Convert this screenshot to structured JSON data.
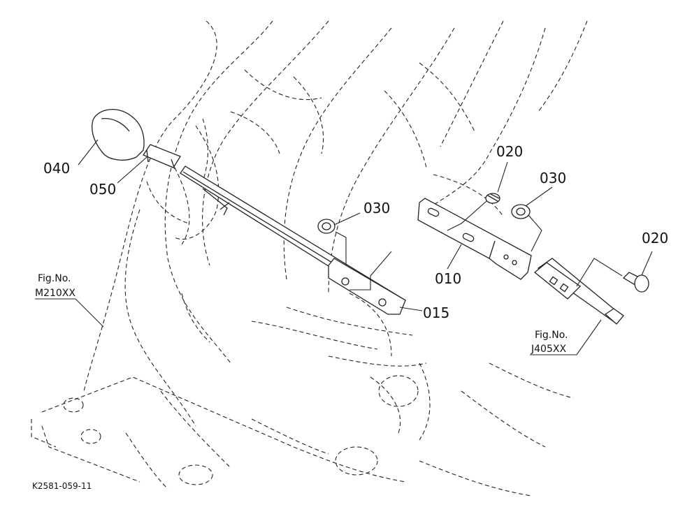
{
  "callouts": {
    "p040": "040",
    "p050": "050",
    "p030_left": "030",
    "p015": "015",
    "p020_top": "020",
    "p030_right": "030",
    "p010": "010",
    "p020_right": "020"
  },
  "refs": {
    "left_line1": "Fig.No.",
    "left_line2": "M210XX",
    "right_line1": "Fig.No.",
    "right_line2": "J405XX"
  },
  "footer_code": "K2581-059-11"
}
